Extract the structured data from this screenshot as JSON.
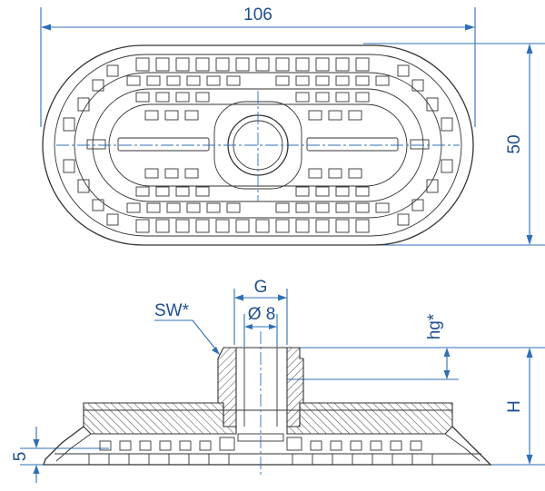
{
  "drawing": {
    "top_view": {
      "width_label": "106",
      "height_label": "50"
    },
    "side_view": {
      "thread_label": "G",
      "diameter_label": "Ø 8",
      "wrench_label": "SW*",
      "thread_depth_label": "hg*",
      "height_label": "H",
      "lip_label": "5"
    },
    "colors": {
      "dimension": "#2f6fb5",
      "outline": "#333333"
    }
  }
}
